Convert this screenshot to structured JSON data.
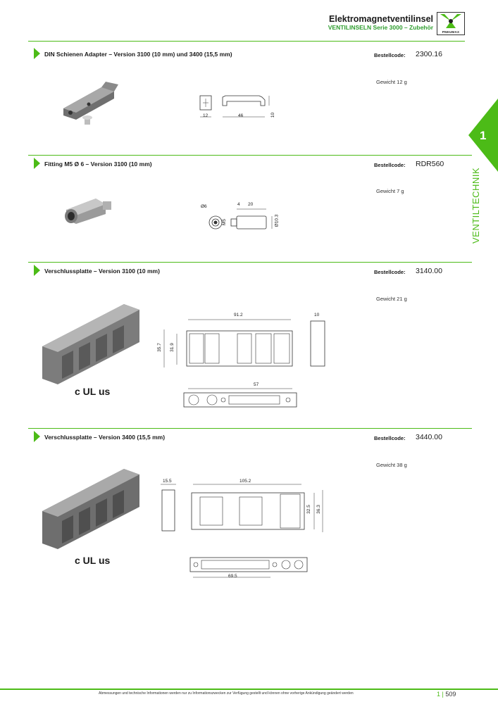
{
  "header": {
    "title": "Elektromagnetventilinsel",
    "subtitle": "VENTILINSELN Serie 3000 – Zubehör",
    "logo_text": "PNEUMAX"
  },
  "side_tab": {
    "number": "1",
    "label": "VENTILTECHNIK"
  },
  "sections": [
    {
      "title": "DIN Schienen Adapter – Version 3100 (10 mm) und 3400 (15,5 mm)",
      "order_label": "Bestellcode:",
      "order_code": "2300.16",
      "weight": "Gewicht 12 g",
      "dims": {
        "a": "12",
        "b": "46",
        "c": "10"
      }
    },
    {
      "title": "Fitting M5 Ø 6 – Version 3100 (10 mm)",
      "order_label": "Bestellcode:",
      "order_code": "RDR560",
      "weight": "Gewicht 7 g",
      "dims": {
        "dia": "Ø6",
        "a": "4",
        "b": "20",
        "m5": "M5",
        "d2": "Ø10.3"
      }
    },
    {
      "title": "Verschlussplatte – Version 3100 (10 mm)",
      "order_label": "Bestellcode:",
      "order_code": "3140.00",
      "weight": "Gewicht 21 g",
      "dims": {
        "w": "91.2",
        "t": "10",
        "h1": "35.7",
        "h2": "31.9",
        "l": "57"
      },
      "cert": "c UL us"
    },
    {
      "title": "Verschlussplatte – Version 3400 (15,5 mm)",
      "order_label": "Bestellcode:",
      "order_code": "3440.00",
      "weight": "Gewicht 38 g",
      "dims": {
        "t": "15.5",
        "w": "105.2",
        "h1": "32.5",
        "h2": "36.3",
        "l": "69.5"
      },
      "cert": "c UL us"
    }
  ],
  "footer": {
    "note": "Abmessungen und technische Informationen werden nur zu Informationszwecken zur Verfügung gestellt und können ohne vorherige Ankündigung geändert werden",
    "chapter": "1",
    "page": "509"
  },
  "colors": {
    "accent": "#4cbb17"
  }
}
